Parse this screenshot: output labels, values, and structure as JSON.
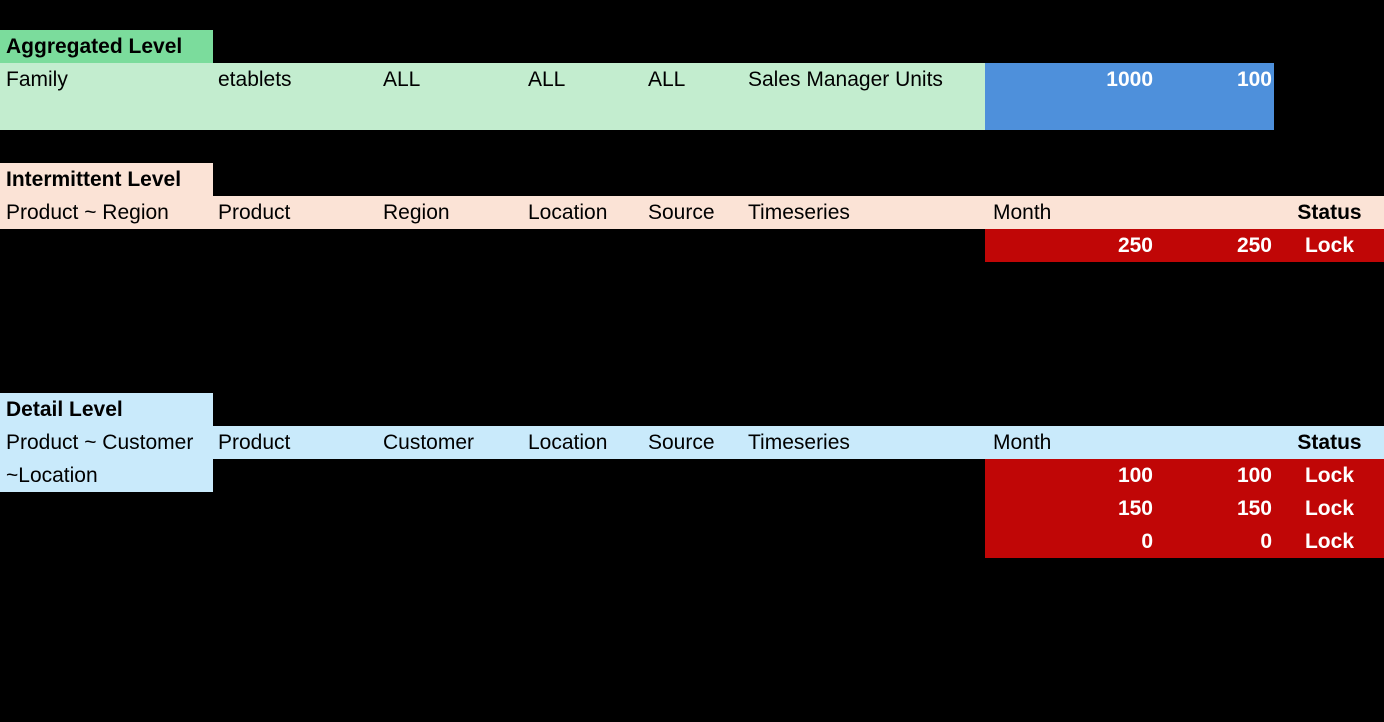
{
  "palette": {
    "background": "#000000",
    "aggregated_header_bg": "#7BDC9C",
    "aggregated_row_bg": "#C3EDCF",
    "intermittent_bg": "#FBE3D6",
    "detail_bg": "#C9EAFB",
    "value_blue_bg": "#4E90DB",
    "value_red_bg": "#C00606",
    "value_text": "#FFFFFF",
    "label_text": "#000000"
  },
  "aggregated": {
    "title": "Aggregated Level",
    "row": {
      "level": "Family",
      "product": "etablets",
      "region": "ALL",
      "location": "ALL",
      "source": "ALL",
      "measure": "Sales Manager Units"
    },
    "values": {
      "qty": "1000",
      "rate": "100"
    }
  },
  "intermittent": {
    "title": "Intermittent Level",
    "columns": {
      "level": "Product ~ Region",
      "product": "Product",
      "dim2": "Region",
      "location": "Location",
      "source": "Source",
      "timeseries": "Timeseries",
      "month": "Month",
      "status": "Status"
    },
    "rows": [
      {
        "qty": "250",
        "rate": "250",
        "status": "Lock"
      }
    ]
  },
  "detail": {
    "title": "Detail Level",
    "columns": {
      "level_lines": [
        "Product ~ Customer",
        "~Location"
      ],
      "product": "Product",
      "dim2": "Customer",
      "location": "Location",
      "source": "Source",
      "timeseries": "Timeseries",
      "month": "Month",
      "status": "Status"
    },
    "rows": [
      {
        "qty": "100",
        "rate": "100",
        "status": "Lock"
      },
      {
        "qty": "150",
        "rate": "150",
        "status": "Lock"
      },
      {
        "qty": "0",
        "rate": "0",
        "status": "Lock"
      }
    ]
  }
}
